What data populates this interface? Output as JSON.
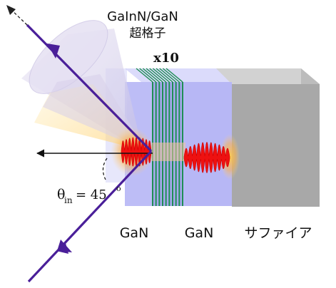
{
  "labels": {
    "superlattice": "GaInN/GaN",
    "superlattice_jp": "超格子",
    "repeat": "x10",
    "angle_theta": "θ",
    "angle_sub": "in",
    "angle_value": "= 45",
    "angle_unit": "o",
    "layer_left": "GaN",
    "layer_mid": "GaN",
    "layer_substrate": "サファイア"
  },
  "colors": {
    "gan_layer": "#b7b7f5",
    "substrate": "#a8a8a8",
    "superlattice_line": "#1f8f55",
    "beam": "#4a1f99",
    "wave": "#ee1111",
    "cone": "#d9d4ee",
    "glow": "#ffc466"
  },
  "superlattice_period_count": 10
}
